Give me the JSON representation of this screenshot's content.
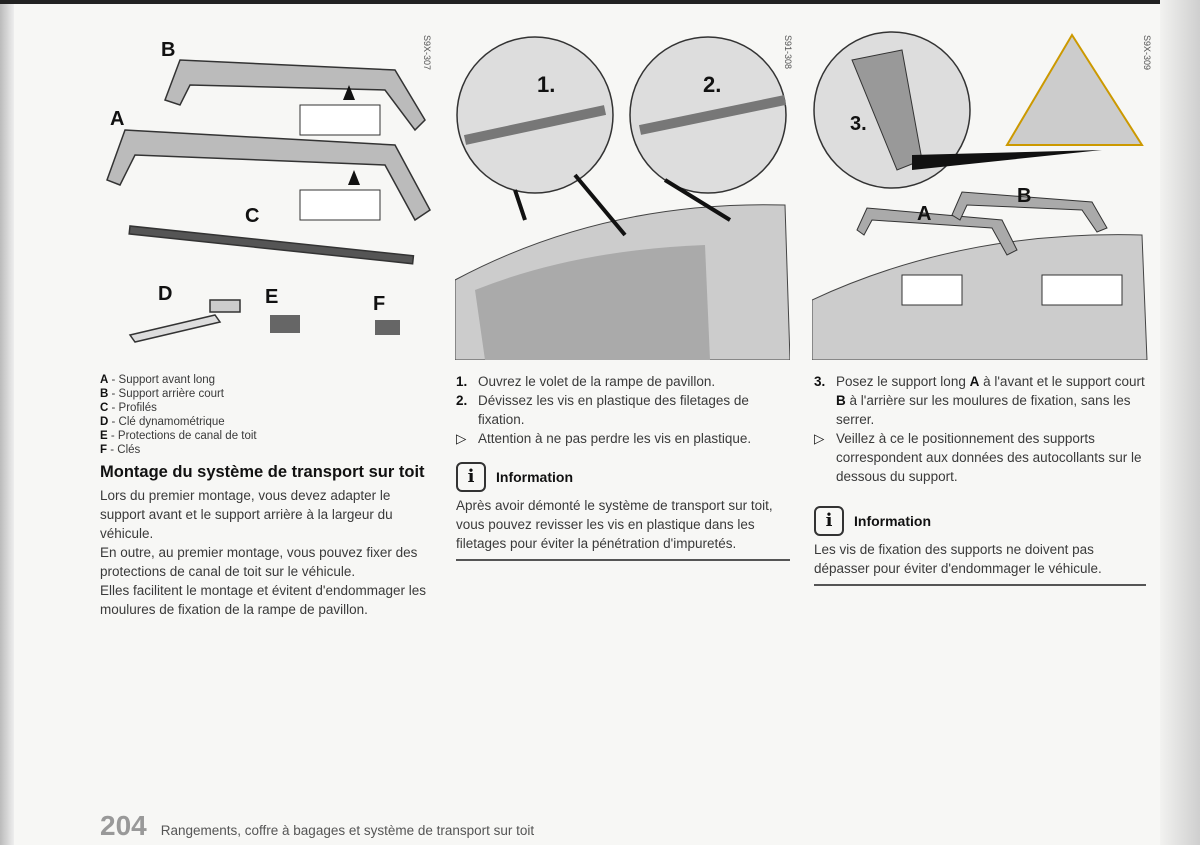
{
  "figures": [
    {
      "code": "S9X-307",
      "labels": [
        "B",
        "A",
        "C",
        "D",
        "E",
        "F"
      ]
    },
    {
      "code": "S91-308",
      "labels": [
        "1.",
        "2."
      ]
    },
    {
      "code": "S9X-309",
      "labels": [
        "3.",
        "A",
        "B"
      ]
    }
  ],
  "legend": [
    {
      "letter": "A",
      "text": "- Support avant long"
    },
    {
      "letter": "B",
      "text": "- Support arrière court"
    },
    {
      "letter": "C",
      "text": "- Profilés"
    },
    {
      "letter": "D",
      "text": "- Clé dynamométrique"
    },
    {
      "letter": "E",
      "text": "- Protections de canal de toit"
    },
    {
      "letter": "F",
      "text": "- Clés"
    }
  ],
  "section": {
    "title": "Montage du système de transport sur toit",
    "paragraphs": [
      "Lors du premier montage, vous devez adapter le support avant et le support arrière à la largeur du véhicule.",
      "En outre, au premier montage, vous pouvez fixer des protections de canal de toit sur le véhicule.",
      "Elles facilitent le montage et évitent d'endommager les moulures de fixation de la rampe de pavillon."
    ]
  },
  "middle": {
    "steps": [
      {
        "num": "1.",
        "text": "Ouvrez le volet de la rampe de pavillon."
      },
      {
        "num": "2.",
        "text": "Dévissez les vis en plastique des filetages de fixation."
      },
      {
        "num": "▷",
        "text": "Attention à ne pas perdre les vis en plastique."
      }
    ],
    "info_icon": "i",
    "info_title": "Information",
    "info_text": "Après avoir démonté le système de transport sur toit, vous pouvez revisser les vis en plastique dans les filetages pour éviter la pénétration d'impuretés."
  },
  "right": {
    "steps": [
      {
        "num": "3.",
        "text_parts": [
          "Posez le support long ",
          "A",
          " à l'avant et le support court ",
          "B",
          " à l'arrière sur les moulures de fixation, sans les serrer."
        ]
      },
      {
        "num": "▷",
        "text": "Veillez à ce le positionnement des supports correspondent aux données des autocollants sur le dessous du support."
      }
    ],
    "info_icon": "i",
    "info_title": "Information",
    "info_text": "Les vis de fixation des supports ne doivent pas dépasser pour éviter d'endommager le véhicule."
  },
  "footer": {
    "page_number": "204",
    "chapter": "Rangements, coffre à bagages et système de transport sur toit"
  }
}
